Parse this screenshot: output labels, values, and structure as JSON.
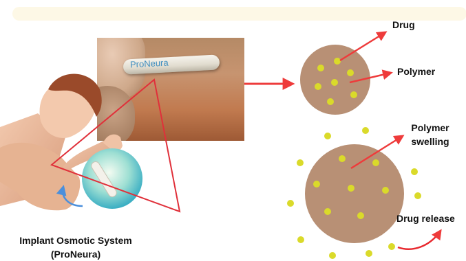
{
  "photo_label": "ProNeura",
  "caption": {
    "line1": "Implant Osmotic System",
    "line2": "(ProNeura)"
  },
  "labels": {
    "drug": "Drug",
    "polymer": "Polymer",
    "polymer_swelling_line1": "Polymer",
    "polymer_swelling_line2": "swelling",
    "drug_release": "Drug release"
  },
  "colors": {
    "particle": "#b89075",
    "drug_dot": "#dada2a",
    "arrow": "#ee3b3b",
    "release_arrow": "#e8282e",
    "rotation_arrow": "#4a8fdc"
  }
}
